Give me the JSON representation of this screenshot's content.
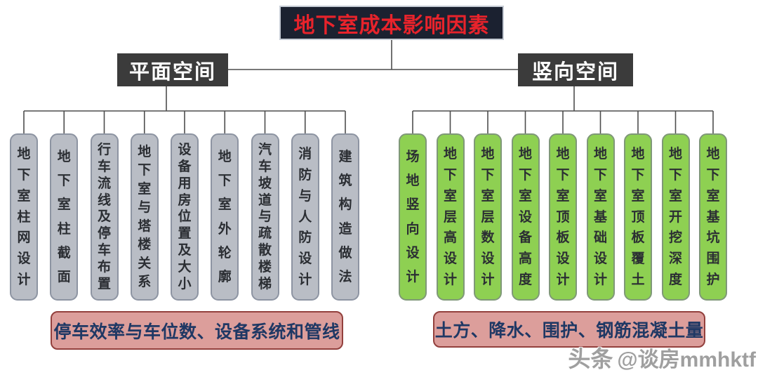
{
  "title": {
    "label": "地下室成本影响因素"
  },
  "left_branch": {
    "label": "平面空间",
    "items": [
      "地下室柱网设计",
      "地下室柱截面",
      "行车流线及停车布置",
      "地下室与塔楼关系",
      "设备用房位置及大小",
      "地下室外轮廓",
      "汽车坡道与疏散楼梯",
      "消防与人防设计",
      "建筑构造做法"
    ],
    "summary": "停车效率与车位数、设备系统和管线"
  },
  "right_branch": {
    "label": "竖向空间",
    "items": [
      "场地竖向设计",
      "地下室层高设计",
      "地下室层数设计",
      "地下室设备高度",
      "地下室顶板设计",
      "地下室基础设计",
      "地下室顶板覆土",
      "地下室开挖深度",
      "地下室基坑围护"
    ],
    "summary": "土方、降水、围护、钢筋混凝土量"
  },
  "watermark": {
    "brand": "头条",
    "handle": "@谈房mmhktf"
  },
  "colors": {
    "root_background": "#1b2130",
    "root_text": "#e8232b",
    "header_background": "#3b3b3b",
    "header_text": "#ffffff",
    "left_factor_fill": "#b9bdc5",
    "right_factor_fill": "#8ed052",
    "summary_fill": "#dc9e9b",
    "summary_border": "#93403d",
    "summary_text": "#1f3864",
    "connector": "#4d4d4d"
  }
}
